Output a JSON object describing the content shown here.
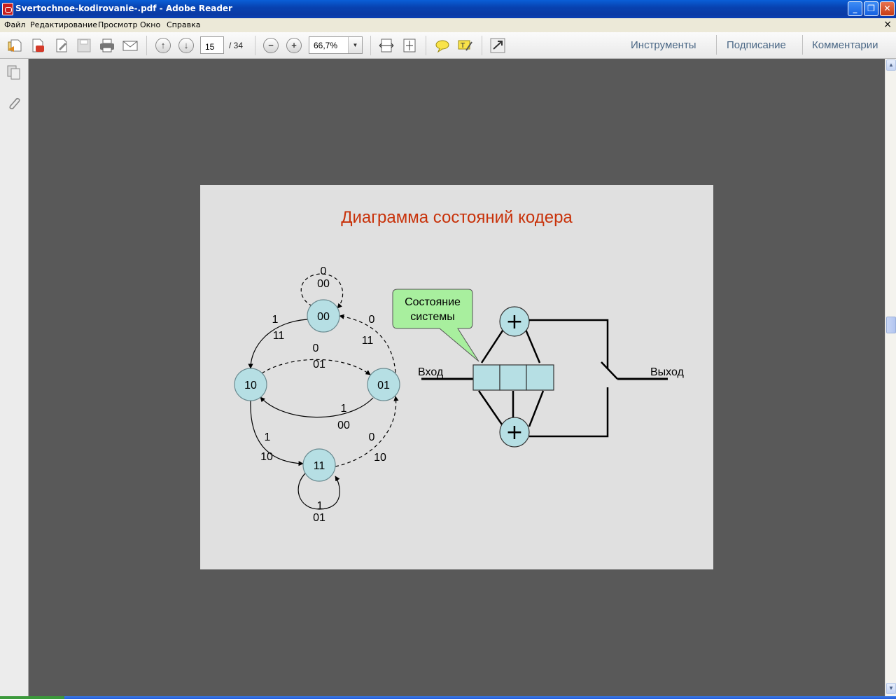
{
  "window": {
    "title": "Svertochnoe-kodirovanie-.pdf - Adobe Reader",
    "minimize": "_",
    "restore": "❐",
    "close": "✕"
  },
  "menu": {
    "items": [
      "Файл",
      "Редактирование",
      "Просмотр",
      "Окно",
      "Справка"
    ],
    "doc_close": "×"
  },
  "toolbar": {
    "current_page": "15",
    "total_pages": "/ 34",
    "zoom": "66,7%",
    "panels": [
      "Инструменты",
      "Подписание",
      "Комментарии"
    ],
    "icons": [
      "open-icon",
      "create-pdf-icon",
      "edit-icon",
      "save-icon",
      "print-icon",
      "email-icon",
      "page-up-icon",
      "page-down-icon",
      "zoom-out-icon",
      "zoom-in-icon",
      "fit-width-icon",
      "fit-page-icon",
      "comment-icon",
      "highlight-icon",
      "fullscreen-icon"
    ]
  },
  "slide": {
    "title": "Диаграмма состояний кодера",
    "states": [
      "00",
      "10",
      "01",
      "11"
    ],
    "transitions": {
      "s00_self_input": "0",
      "s00_self_output": "00",
      "s00_to_10_input": "1",
      "s00_to_10_output": "11",
      "s01_to_00_input": "0",
      "s01_to_00_output": "11",
      "s10_to_01_input": "0",
      "s10_to_01_output": "01",
      "s01_to_10_input": "1",
      "s01_to_10_output": "00",
      "s10_to_11_input": "1",
      "s10_to_11_output": "10",
      "s11_to_01_input": "0",
      "s11_to_01_output": "10",
      "s11_self_input": "1",
      "s11_self_output": "01"
    },
    "callout": [
      "Состояние",
      "системы"
    ],
    "input_label": "Вход",
    "output_label": "Выход",
    "adder_symbol": "+"
  },
  "colors": {
    "state_fill": "#b6dfe4",
    "callout_fill": "#a8ef9e",
    "title_color": "#c8320a",
    "page_bg": "#e0e0e0",
    "workspace_bg": "#595959"
  }
}
